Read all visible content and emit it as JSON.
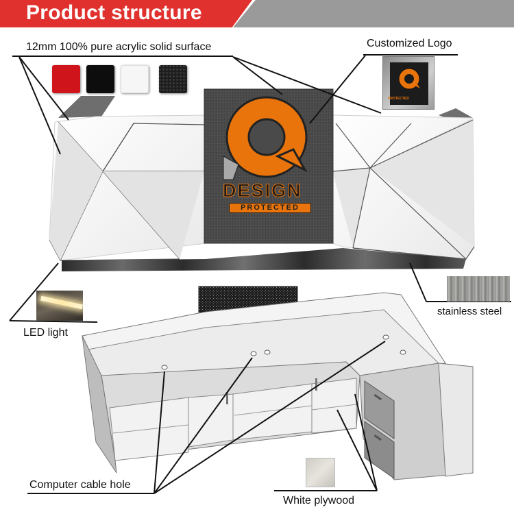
{
  "header": {
    "title": "Product structure",
    "colors": {
      "red": "#e0312f",
      "gray": "#9a9a9a"
    }
  },
  "labels": {
    "surface": "12mm 100% pure acrylic solid surface",
    "logo": "Customized Logo",
    "led": "LED light",
    "steel": "stainless steel",
    "cable_hole": "Computer cable hole",
    "plywood": "White plywood"
  },
  "swatches": [
    {
      "name": "red",
      "color": "#d0141c"
    },
    {
      "name": "black",
      "color": "#0d0d0d"
    },
    {
      "name": "white",
      "color": "#f6f6f6"
    },
    {
      "name": "black-sparkle",
      "color": "#1e1e1e"
    }
  ],
  "logo": {
    "line1": "DESIGN",
    "line2": "PROTECTED",
    "accent": "#e8740b",
    "panel": "#4a4a4a"
  }
}
